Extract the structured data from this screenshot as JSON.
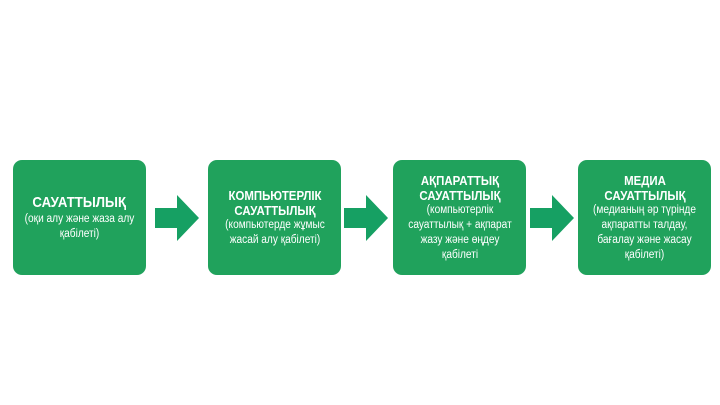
{
  "steps": [
    {
      "title": "САУАТТЫЛЫҚ",
      "desc": "(оқи алу және жаза алу қабілеті)"
    },
    {
      "title": "КОМПЬЮТЕРЛІК САУАТТЫЛЫҚ",
      "desc": "(компьютерде жұмыс жасай алу қабілеті)"
    },
    {
      "title": "АҚПАРАТТЫҚ САУАТТЫЛЫҚ",
      "desc": "(компьютерлік сауаттылық + ақпарат жазу және өңдеу қабілеті"
    },
    {
      "title": "МЕДИА САУАТТЫЛЫҚ",
      "desc": "(медианың әр түрінде ақпаратты талдау, бағалау және жасау қабілеті)"
    }
  ],
  "colors": {
    "box": "#20a25c",
    "arrow": "#16a063"
  }
}
